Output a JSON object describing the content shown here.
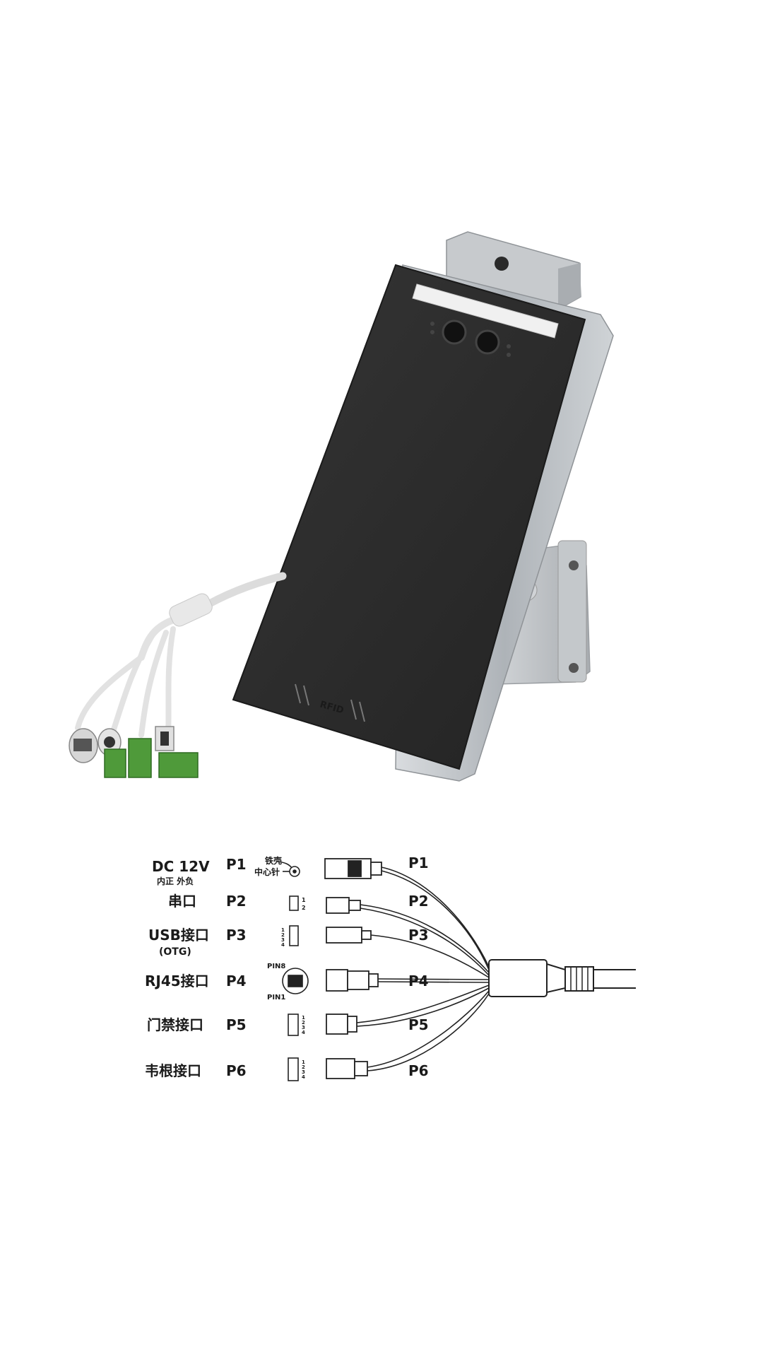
{
  "device": {
    "rfid_mark": "RFID"
  },
  "ports": [
    {
      "id": "P1",
      "name": "DC 12V",
      "sub": "内正 外负",
      "pin_note_a": "铁壳",
      "pin_note_b": "中心针"
    },
    {
      "id": "P2",
      "name": "串口",
      "sub": "",
      "pin_numbers": [
        "1",
        "2"
      ]
    },
    {
      "id": "P3",
      "name": "USB接口",
      "sub": "(OTG)",
      "pin_numbers": [
        "1",
        "2",
        "3",
        "4"
      ]
    },
    {
      "id": "P4",
      "name": "RJ45接口",
      "sub": "",
      "pin_top": "PIN8",
      "pin_bottom": "PIN1"
    },
    {
      "id": "P5",
      "name": "门禁接口",
      "sub": "",
      "pin_numbers": [
        "1",
        "2",
        "3",
        "4"
      ]
    },
    {
      "id": "P6",
      "name": "韦根接口",
      "sub": "",
      "pin_numbers": [
        "1",
        "2",
        "3",
        "4"
      ]
    }
  ],
  "colors": {
    "screen": "#2b2b2b",
    "frame": "#b8bcc0",
    "cable": "#e6e6e6",
    "terminal_green": "#4f9a3a",
    "line": "#222222"
  }
}
